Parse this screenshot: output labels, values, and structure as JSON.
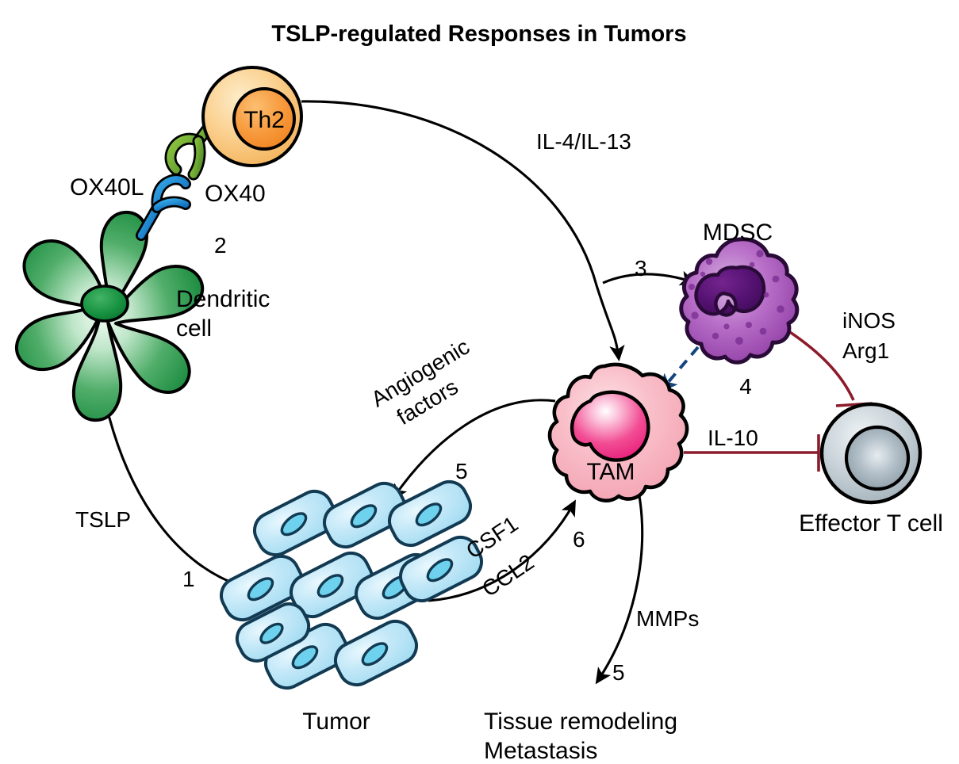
{
  "figure": {
    "title": "TSLP-regulated Responses in Tumors",
    "type": "biological-signaling-diagram",
    "background_color": "#ffffff"
  },
  "cells": {
    "th2": {
      "label": "Th2",
      "name": "T helper 2 cell",
      "body_color": "#f9c97e",
      "nucleus_color": "#f6953a",
      "outline_color": "#000000"
    },
    "dendritic": {
      "label_line1": "Dendritic",
      "label_line2": "cell",
      "body_color": "#1f9e4a",
      "nucleus_color": "#117a36",
      "outline_color": "#000000"
    },
    "mdsc": {
      "label": "MDSC",
      "body_color": "#a855b8",
      "nucleus_color": "#4a1060",
      "outline_color": "#2a0b38"
    },
    "tam": {
      "label": "TAM",
      "body_color": "#f7b0bd",
      "nucleus_color": "#ef3d87",
      "outline_color": "#000000"
    },
    "effector_t": {
      "label": "Effector T cell",
      "body_color": "#c9d2d8",
      "nucleus_color": "#93a3ad",
      "outline_color": "#000000"
    },
    "tumor": {
      "label": "Tumor",
      "body_color": "#bfe6f7",
      "nucleus_color": "#6ed2ee",
      "outline_color": "#123a52",
      "cell_count": 10
    }
  },
  "receptors": {
    "ox40l": {
      "label": "OX40L",
      "color": "#1f8fe0",
      "on_cell": "dendritic"
    },
    "ox40": {
      "label": "OX40",
      "color": "#6aa82b",
      "on_cell": "th2"
    }
  },
  "mediators": {
    "tslp": "TSLP",
    "il4_il13": "IL-4/IL-13",
    "angiogenic": {
      "line1": "Angiogenic",
      "line2": "factors"
    },
    "csf1": "CSF1",
    "ccl2": "CCL2",
    "mmps": "MMPs",
    "il10": "IL-10",
    "inos": "iNOS",
    "arg1": "Arg1"
  },
  "step_numbers": {
    "tumor_to_dc": "1",
    "dc_to_th2": "2",
    "th2_to_mdsc": "3",
    "mdsc_to_tam": "4",
    "tam_to_tumor": "5",
    "tam_to_remodeling": "5",
    "tumor_to_tam": "6"
  },
  "outcomes": {
    "line1": "Tissue remodeling",
    "line2": "Metastasis"
  },
  "edges": [
    {
      "name": "tumor-to-dendritic",
      "label": "TSLP",
      "number": "1",
      "style": "solid-arrow",
      "color": "#000000"
    },
    {
      "name": "dendritic-to-th2-ox40",
      "label": "OX40L/OX40",
      "number": "2",
      "style": "receptor-pair",
      "color": "#1f8fe0"
    },
    {
      "name": "th2-to-tam",
      "label": "IL-4/IL-13",
      "number": "",
      "style": "solid-arrow",
      "color": "#000000"
    },
    {
      "name": "th2-to-mdsc",
      "label": "",
      "number": "3",
      "style": "solid-arrow",
      "color": "#000000"
    },
    {
      "name": "mdsc-to-tam",
      "label": "",
      "number": "4",
      "style": "dashed-arrow",
      "color": "#14457e"
    },
    {
      "name": "mdsc-inhibits-effector-t",
      "label": "iNOS Arg1",
      "number": "",
      "style": "inhibition-bar",
      "color": "#8c1b2b"
    },
    {
      "name": "tam-inhibits-effector-t",
      "label": "IL-10",
      "number": "",
      "style": "inhibition-bar",
      "color": "#8c1b2b"
    },
    {
      "name": "tam-to-tumor",
      "label": "Angiogenic factors",
      "number": "5",
      "style": "solid-arrow",
      "color": "#000000"
    },
    {
      "name": "tumor-to-tam",
      "label": "CSF1 CCL2",
      "number": "6",
      "style": "solid-arrow",
      "color": "#000000"
    },
    {
      "name": "tam-to-tissue-remodeling",
      "label": "MMPs",
      "number": "5",
      "style": "solid-arrow",
      "color": "#000000"
    }
  ]
}
